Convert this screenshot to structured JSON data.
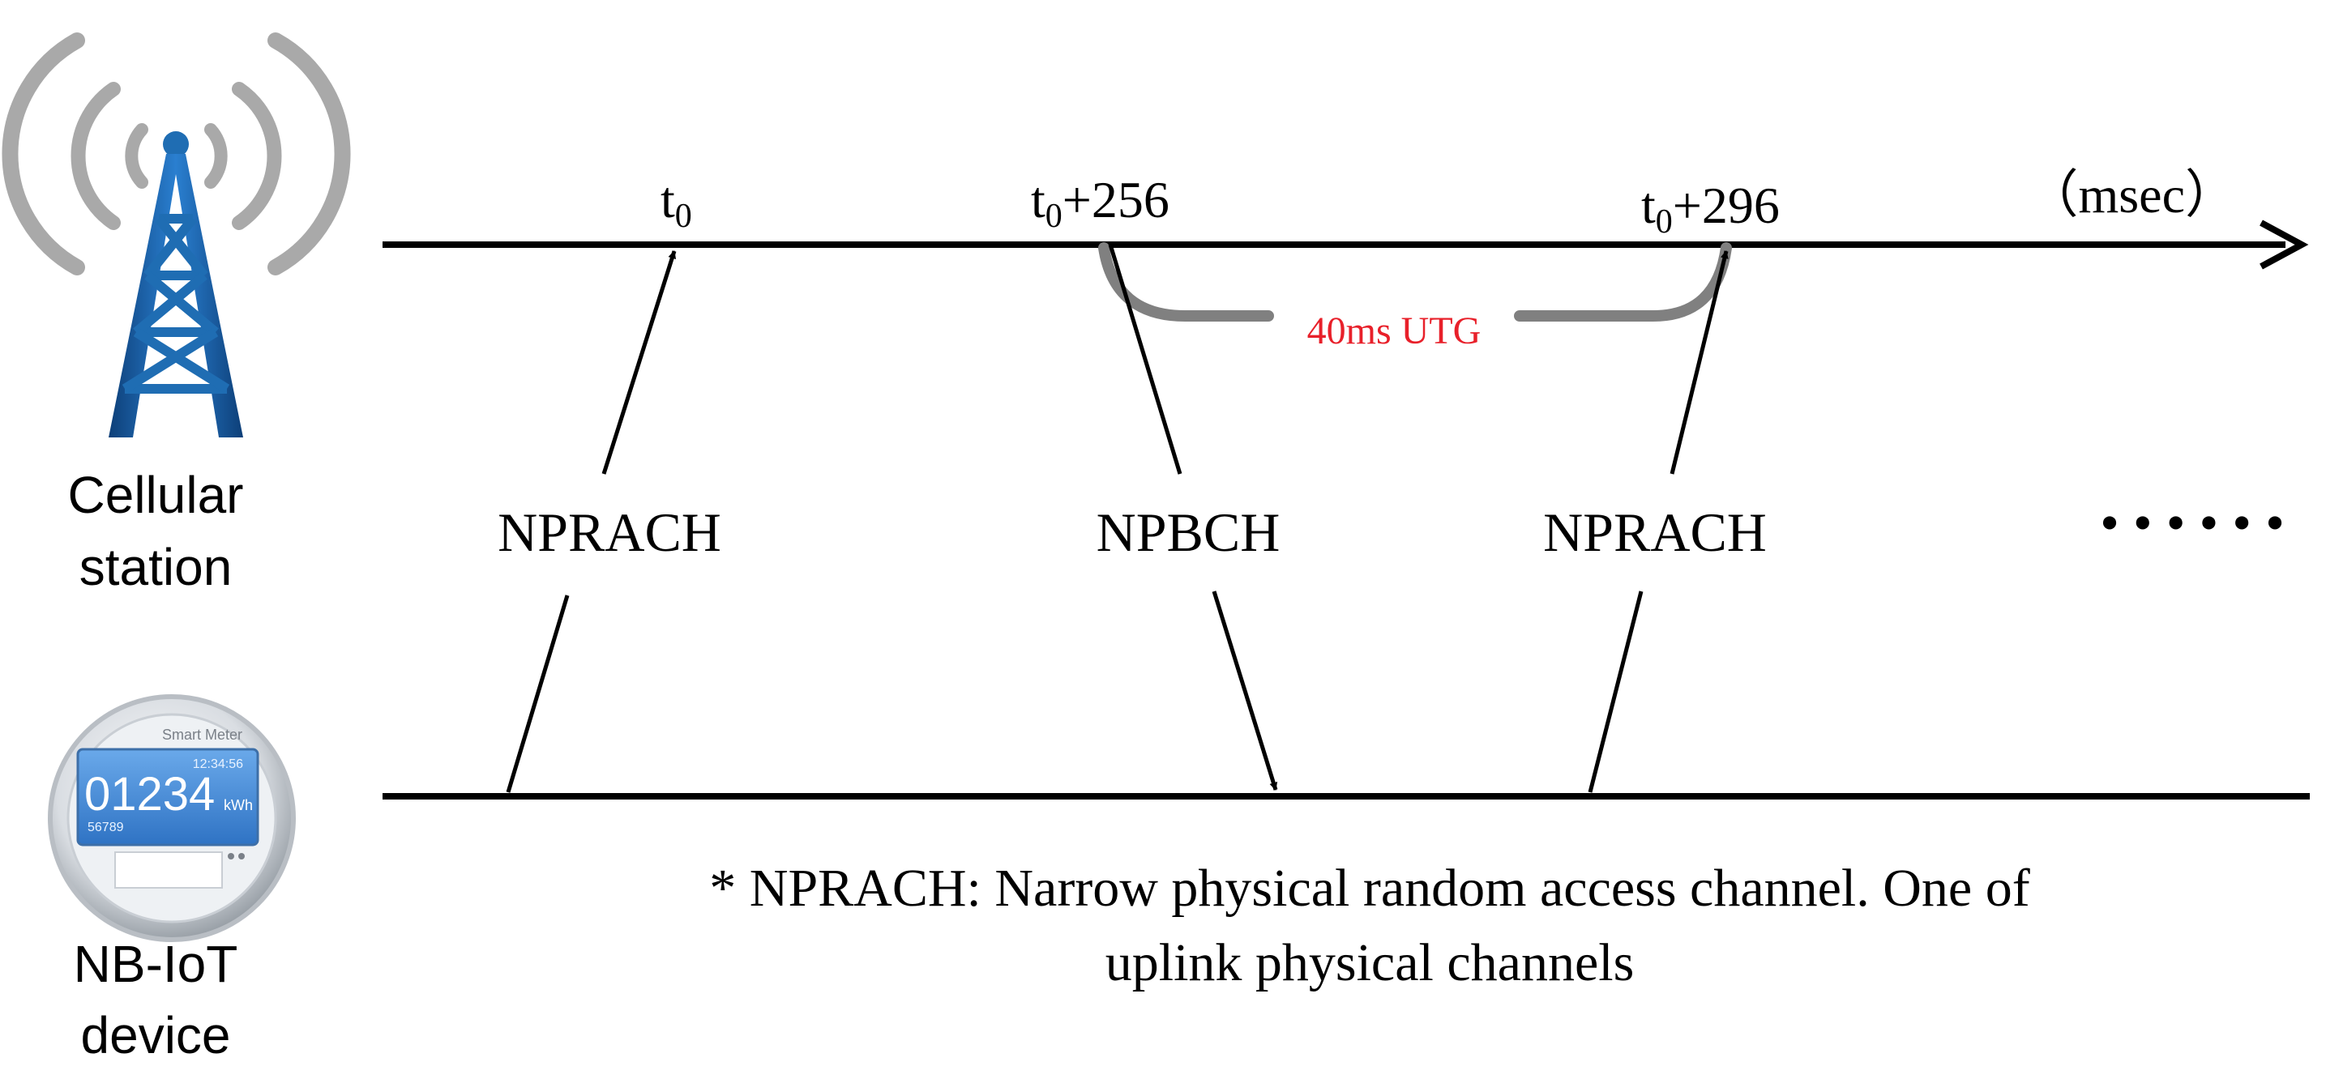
{
  "devices": {
    "station_label_line1": "Cellular",
    "station_label_line2": "station",
    "device_label_line1": "NB-IoT",
    "device_label_line2": "device",
    "meter": {
      "brand": "Smart Meter",
      "time": "12:34:56",
      "reading": "01234",
      "unit": "kWh",
      "serial": "56789"
    }
  },
  "timeline": {
    "unit_label": "（msec）",
    "marks": [
      {
        "base": "t",
        "sub": "0",
        "suffix": ""
      },
      {
        "base": "t",
        "sub": "0",
        "suffix": "+256"
      },
      {
        "base": "t",
        "sub": "0",
        "suffix": "+296"
      }
    ]
  },
  "channels": [
    {
      "label": "NPRACH",
      "direction": "uplink"
    },
    {
      "label": "NPBCH",
      "direction": "downlink"
    },
    {
      "label": "NPRACH",
      "direction": "uplink"
    }
  ],
  "gap": {
    "label": "40ms UTG",
    "color": "#e8202a"
  },
  "ellipsis": "• • • • • •",
  "footnote": {
    "line1": "* NPRACH: Narrow physical random access channel. One of",
    "line2": "uplink physical channels"
  },
  "colors": {
    "axis": "#000000",
    "bracket": "#808080",
    "tower": "#1f6db3",
    "waves": "#a9a9a9",
    "meter_screen": "#4a90d9"
  }
}
